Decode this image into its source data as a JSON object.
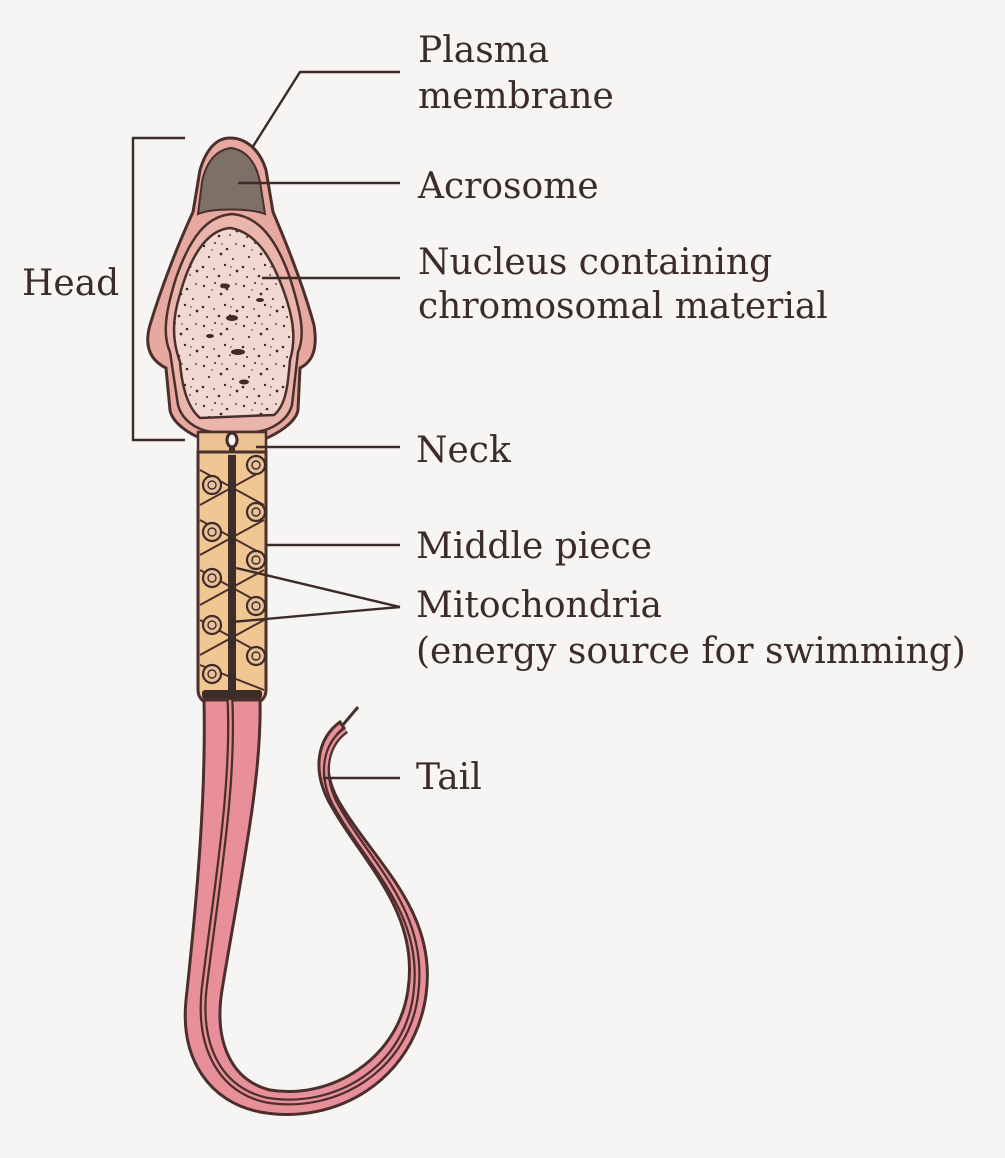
{
  "labels": {
    "plasma_membrane": [
      "Plasma",
      "membrane"
    ],
    "acrosome": "Acrosome",
    "nucleus": [
      "Nucleus containing",
      "chromosomal material"
    ],
    "head": "Head",
    "neck": "Neck",
    "middle_piece": "Middle piece",
    "mitochondria": [
      "Mitochondria",
      "(energy source for swimming)"
    ],
    "tail": "Tail"
  },
  "colors": {
    "background": "#f7f5f3",
    "outline": "#4a2f2c",
    "membrane_pink": "#e6a39a",
    "acrosome_gray": "#7d7066",
    "nucleus_fill": "#f0d6cf",
    "middle_piece_tan": "#efc594",
    "tail_pink": "#e88e99",
    "label_text": "#3b2b29"
  }
}
